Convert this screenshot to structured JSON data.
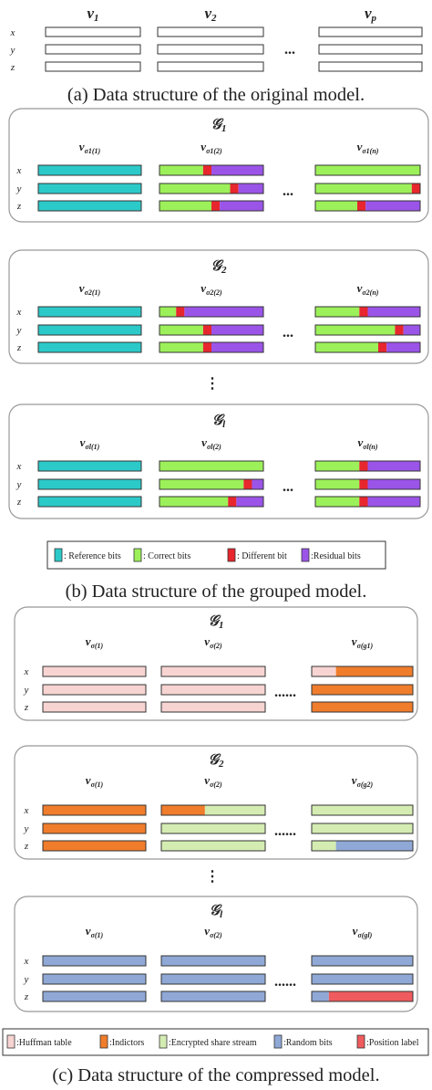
{
  "colors": {
    "white": "#ffffff",
    "reference": "#2cc9c9",
    "correct": "#9cf059",
    "different": "#e8262d",
    "residual": "#9b54e8",
    "huffman": "#f7d4d2",
    "indicators": "#f07d2b",
    "encrypted": "#d4ecb2",
    "random": "#8fa8d6",
    "position": "#ef5b5e"
  },
  "axis_labels": [
    "x",
    "y",
    "z"
  ],
  "panel_a": {
    "columns": [
      "v1",
      "v2",
      "vp"
    ],
    "ellipsis": "...",
    "caption": "(a) Data structure of the original model."
  },
  "panel_b": {
    "groups": [
      {
        "title": "𝒢1",
        "columns": [
          "vσ1(1)",
          "vσ1(2)",
          "vσ1(n)"
        ],
        "rows": [
          [
            [
              [
                "reference",
                1
              ]
            ],
            [
              [
                "correct",
                0.42
              ],
              [
                "different",
                0.08
              ],
              [
                "residual",
                0.5
              ]
            ],
            [
              [
                "correct",
                1
              ]
            ]
          ],
          [
            [
              [
                "reference",
                1
              ]
            ],
            [
              [
                "correct",
                0.68
              ],
              [
                "different",
                0.08
              ],
              [
                "residual",
                0.24
              ]
            ],
            [
              [
                "correct",
                0.92
              ],
              [
                "different",
                0.08
              ]
            ]
          ],
          [
            [
              [
                "reference",
                1
              ]
            ],
            [
              [
                "correct",
                0.5
              ],
              [
                "different",
                0.08
              ],
              [
                "residual",
                0.42
              ]
            ],
            [
              [
                "correct",
                0.4
              ],
              [
                "different",
                0.08
              ],
              [
                "residual",
                0.52
              ]
            ]
          ]
        ]
      },
      {
        "title": "𝒢2",
        "columns": [
          "vσ2(1)",
          "vσ2(2)",
          "vσ2(n)"
        ],
        "rows": [
          [
            [
              [
                "reference",
                1
              ]
            ],
            [
              [
                "correct",
                0.16
              ],
              [
                "different",
                0.08
              ],
              [
                "residual",
                0.76
              ]
            ],
            [
              [
                "correct",
                0.42
              ],
              [
                "different",
                0.08
              ],
              [
                "residual",
                0.5
              ]
            ]
          ],
          [
            [
              [
                "reference",
                1
              ]
            ],
            [
              [
                "correct",
                0.42
              ],
              [
                "different",
                0.08
              ],
              [
                "residual",
                0.5
              ]
            ],
            [
              [
                "correct",
                0.76
              ],
              [
                "different",
                0.08
              ],
              [
                "residual",
                0.16
              ]
            ]
          ],
          [
            [
              [
                "reference",
                1
              ]
            ],
            [
              [
                "correct",
                0.42
              ],
              [
                "different",
                0.08
              ],
              [
                "residual",
                0.5
              ]
            ],
            [
              [
                "correct",
                0.6
              ],
              [
                "different",
                0.08
              ],
              [
                "residual",
                0.32
              ]
            ]
          ]
        ]
      },
      {
        "title": "𝒢l",
        "columns": [
          "vσl(1)",
          "vσl(2)",
          "vσl(n)"
        ],
        "rows": [
          [
            [
              [
                "reference",
                1
              ]
            ],
            [
              [
                "correct",
                1
              ]
            ],
            [
              [
                "correct",
                0.42
              ],
              [
                "different",
                0.08
              ],
              [
                "residual",
                0.5
              ]
            ]
          ],
          [
            [
              [
                "reference",
                1
              ]
            ],
            [
              [
                "correct",
                0.81
              ],
              [
                "different",
                0.08
              ],
              [
                "residual",
                0.11
              ]
            ],
            [
              [
                "correct",
                0.42
              ],
              [
                "different",
                0.08
              ],
              [
                "residual",
                0.5
              ]
            ]
          ],
          [
            [
              [
                "reference",
                1
              ]
            ],
            [
              [
                "correct",
                0.66
              ],
              [
                "different",
                0.08
              ],
              [
                "residual",
                0.26
              ]
            ],
            [
              [
                "correct",
                0.42
              ],
              [
                "different",
                0.08
              ],
              [
                "residual",
                0.5
              ]
            ]
          ]
        ]
      }
    ],
    "ellipsis": "...",
    "vdots": "⋮",
    "legend": [
      {
        "color": "reference",
        "label": ": Reference bits"
      },
      {
        "color": "correct",
        "label": ": Correct bits"
      },
      {
        "color": "different",
        "label": ": Different bit"
      },
      {
        "color": "residual",
        "label": ":Residual bits"
      }
    ],
    "caption": "(b) Data structure of the grouped model."
  },
  "panel_c": {
    "groups": [
      {
        "title": "𝒢1",
        "columns": [
          "vσ(1)",
          "vσ(2)",
          "vσ(g1)"
        ],
        "rows": [
          [
            [
              [
                "huffman",
                1
              ]
            ],
            [
              [
                "huffman",
                1
              ]
            ],
            [
              [
                "huffman",
                0.24
              ],
              [
                "indicators",
                0.76
              ]
            ]
          ],
          [
            [
              [
                "huffman",
                1
              ]
            ],
            [
              [
                "huffman",
                1
              ]
            ],
            [
              [
                "indicators",
                1
              ]
            ]
          ],
          [
            [
              [
                "huffman",
                1
              ]
            ],
            [
              [
                "huffman",
                1
              ]
            ],
            [
              [
                "indicators",
                1
              ]
            ]
          ]
        ]
      },
      {
        "title": "𝒢2",
        "columns": [
          "vσ(1)",
          "vσ(2)",
          "vσ(g2)"
        ],
        "rows": [
          [
            [
              [
                "indicators",
                1
              ]
            ],
            [
              [
                "indicators",
                0.42
              ],
              [
                "encrypted",
                0.58
              ]
            ],
            [
              [
                "encrypted",
                1
              ]
            ]
          ],
          [
            [
              [
                "indicators",
                1
              ]
            ],
            [
              [
                "encrypted",
                1
              ]
            ],
            [
              [
                "encrypted",
                1
              ]
            ]
          ],
          [
            [
              [
                "indicators",
                1
              ]
            ],
            [
              [
                "encrypted",
                1
              ]
            ],
            [
              [
                "encrypted",
                0.24
              ],
              [
                "random",
                0.76
              ]
            ]
          ]
        ]
      },
      {
        "title": "𝒢l",
        "columns": [
          "vσ(1)",
          "vσ(2)",
          "vσ(gl)"
        ],
        "rows": [
          [
            [
              [
                "random",
                1
              ]
            ],
            [
              [
                "random",
                1
              ]
            ],
            [
              [
                "random",
                1
              ]
            ]
          ],
          [
            [
              [
                "random",
                1
              ]
            ],
            [
              [
                "random",
                1
              ]
            ],
            [
              [
                "random",
                1
              ]
            ]
          ],
          [
            [
              [
                "random",
                1
              ]
            ],
            [
              [
                "random",
                1
              ]
            ],
            [
              [
                "random",
                0.17
              ],
              [
                "position",
                0.83
              ]
            ]
          ]
        ]
      }
    ],
    "ellipsis": "......",
    "vdots": "⋮",
    "legend": [
      {
        "color": "huffman",
        "label": ":Huffman table"
      },
      {
        "color": "indicators",
        "label": ":Indictors"
      },
      {
        "color": "encrypted",
        "label": ":Encrypted share stream"
      },
      {
        "color": "random",
        "label": ":Random bits"
      },
      {
        "color": "position",
        "label": ":Position label"
      }
    ],
    "caption": "(c) Data structure of the compressed model."
  }
}
